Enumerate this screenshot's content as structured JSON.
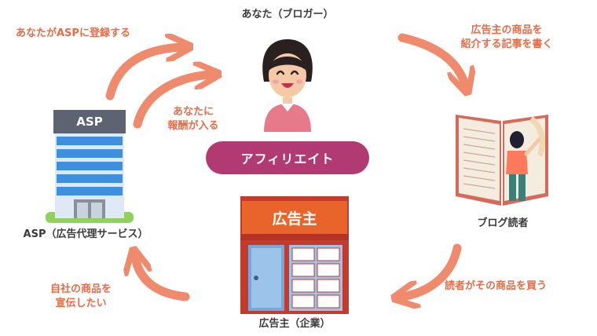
{
  "labels": {
    "blogger": "あなた（ブロガー）",
    "asp": "ASP（広告代理サービス）",
    "reader": "ブログ読者",
    "advertiser": "広告主（企業）",
    "center_pill": "アフィリエイト",
    "asp_sign": "ASP",
    "shop_sign": "広告主"
  },
  "flows": {
    "register": "あなたがASPに登録する",
    "reward_line1": "あなたに",
    "reward_line2": "報酬が入る",
    "write_line1": "広告主の商品を",
    "write_line2": "紹介する記事を書く",
    "buy": "読者がその商品を買う",
    "promote_line1": "自社の商品を",
    "promote_line2": "宣伝したい"
  },
  "colors": {
    "accent": "#e96b47",
    "arrow": "#f08a6c",
    "pill": "#b23a72",
    "shop_sign": "#e8642b"
  }
}
